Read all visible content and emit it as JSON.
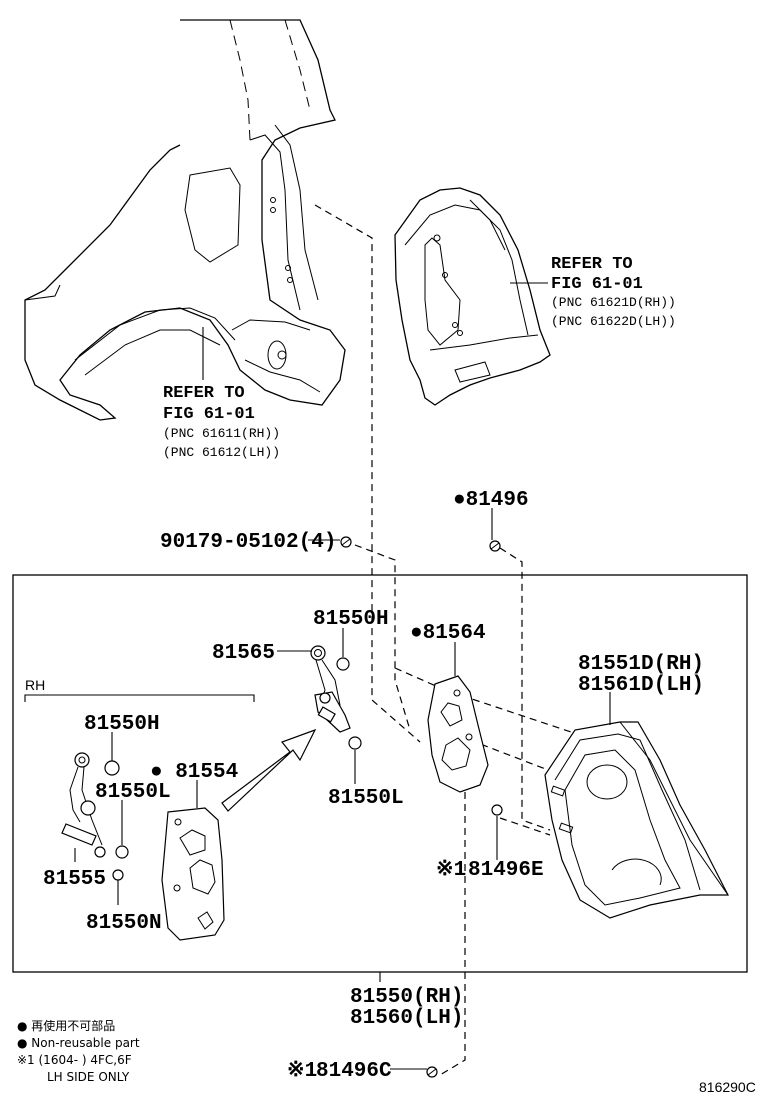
{
  "figure_code": "816290C",
  "group_label": "RH",
  "refs": [
    {
      "refer": "REFER TO",
      "fig": "FIG 61-01",
      "pnc_1": "(PNC 61611(RH))",
      "pnc_2": "(PNC 61612(LH))"
    },
    {
      "refer": "REFER TO",
      "fig": "FIG 61-01",
      "pnc_1": "(PNC 61621D(RH))",
      "pnc_2": "(PNC 61622D(LH))"
    }
  ],
  "parts": {
    "p81496": "●81496",
    "p90179": "90179-05102(4)",
    "p81550H_top": "81550H",
    "p81564": "●81564",
    "p81565": "81565",
    "p81551D": "81551D(RH)",
    "p81561D": "81561D(LH)",
    "p81550H_left": "81550H",
    "p81554": "● 81554",
    "p81550L_left": "81550L",
    "p81550L_center": "81550L",
    "p81555": "81555",
    "p81550N": "81550N",
    "p81496E_mark": "※1",
    "p81496E": "81496E",
    "p81550": "81550(RH)",
    "p81560": "81560(LH)",
    "p81496C_mark": "※1",
    "p81496C": "81496C"
  },
  "legend": {
    "nonreusable_jp": "● 再使用不可部品",
    "nonreusable_en": "● Non-reusable part",
    "note_line1": "※1 (1604-    ) 4FC,6F",
    "note_line2": "LH SIDE ONLY"
  }
}
